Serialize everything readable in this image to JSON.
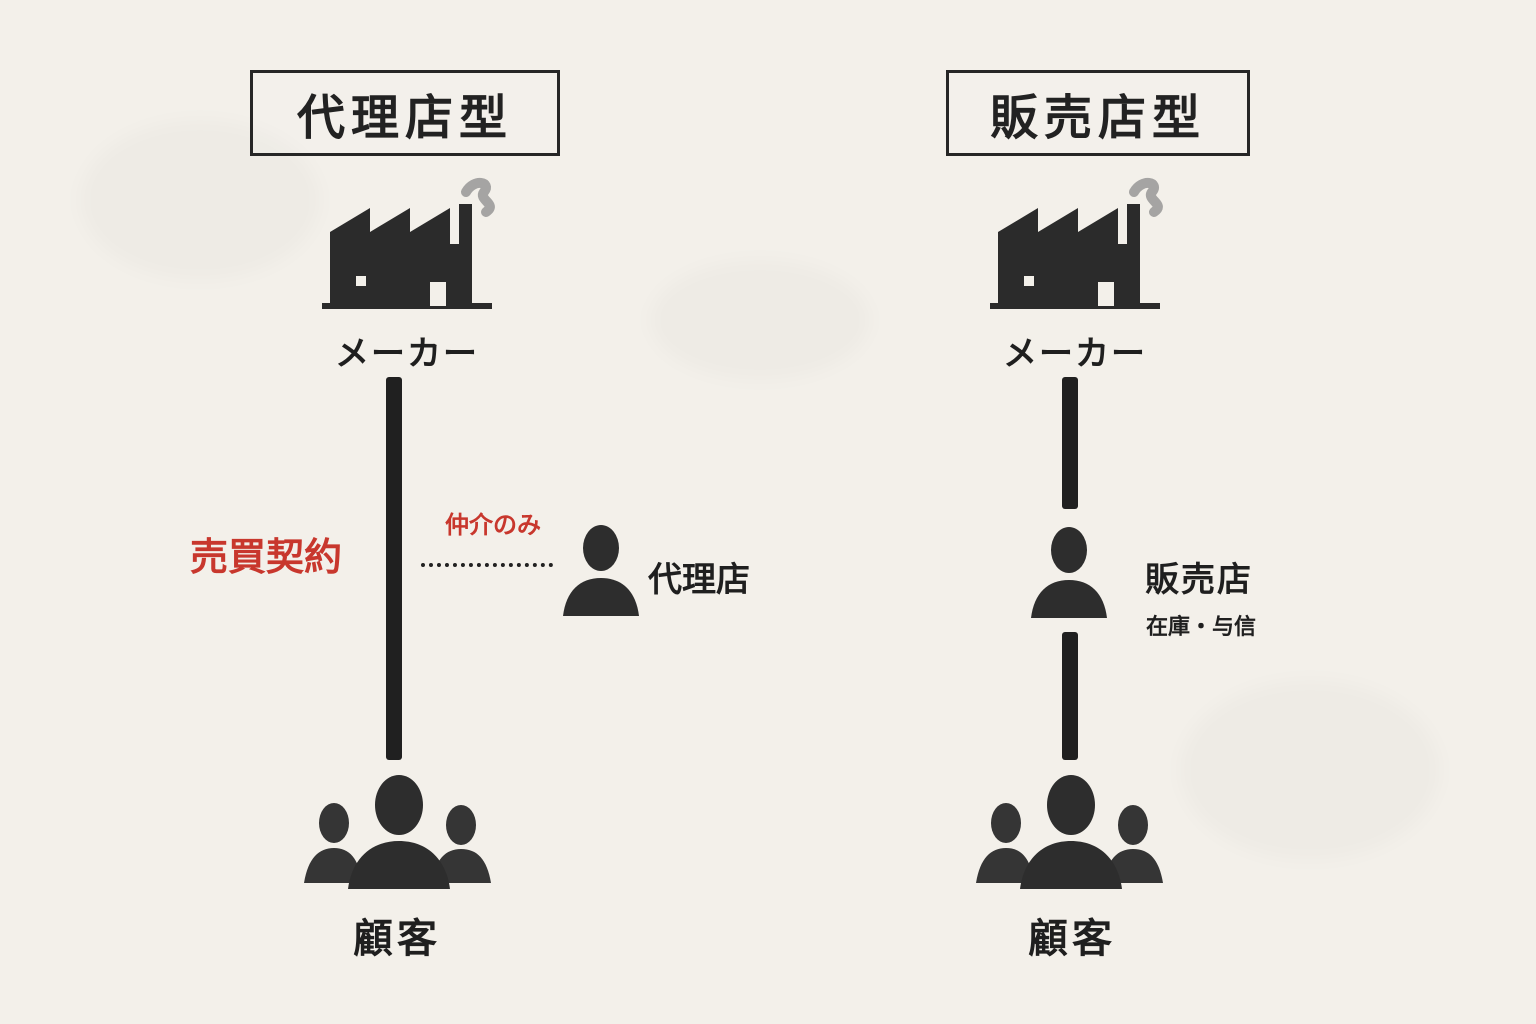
{
  "left": {
    "title": "代理店型",
    "maker": "メーカー",
    "contract": "売買契約",
    "mediation": "仲介のみ",
    "agent": "代理店",
    "customer": "顧客"
  },
  "right": {
    "title": "販売店型",
    "maker": "メーカー",
    "dealer": "販売店",
    "dealer_note": "在庫・与信",
    "customer": "顧客"
  },
  "colors": {
    "ink": "#1f1f1f",
    "accent": "#c8372d",
    "paper": "#f3f0ea"
  },
  "icons": {
    "factory": "factory-icon",
    "person": "person-icon",
    "customers": "customer-group-icon"
  }
}
